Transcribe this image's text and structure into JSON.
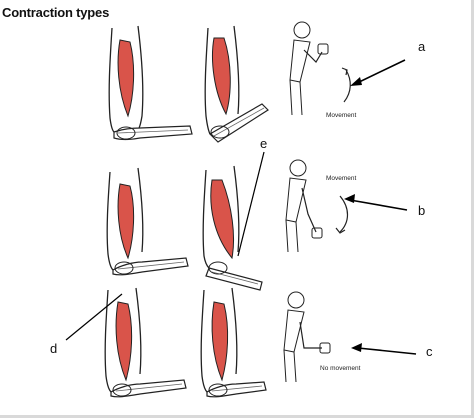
{
  "title": "Contraction types",
  "labels": {
    "a": "a",
    "b": "b",
    "c": "c",
    "d": "d",
    "e": "e"
  },
  "annotations": {
    "movement_top": "Movement",
    "movement_middle": "Movement",
    "no_movement": "No movement"
  },
  "colors": {
    "muscle": "#d9544a",
    "outline": "#222222",
    "leader": "#000000"
  }
}
